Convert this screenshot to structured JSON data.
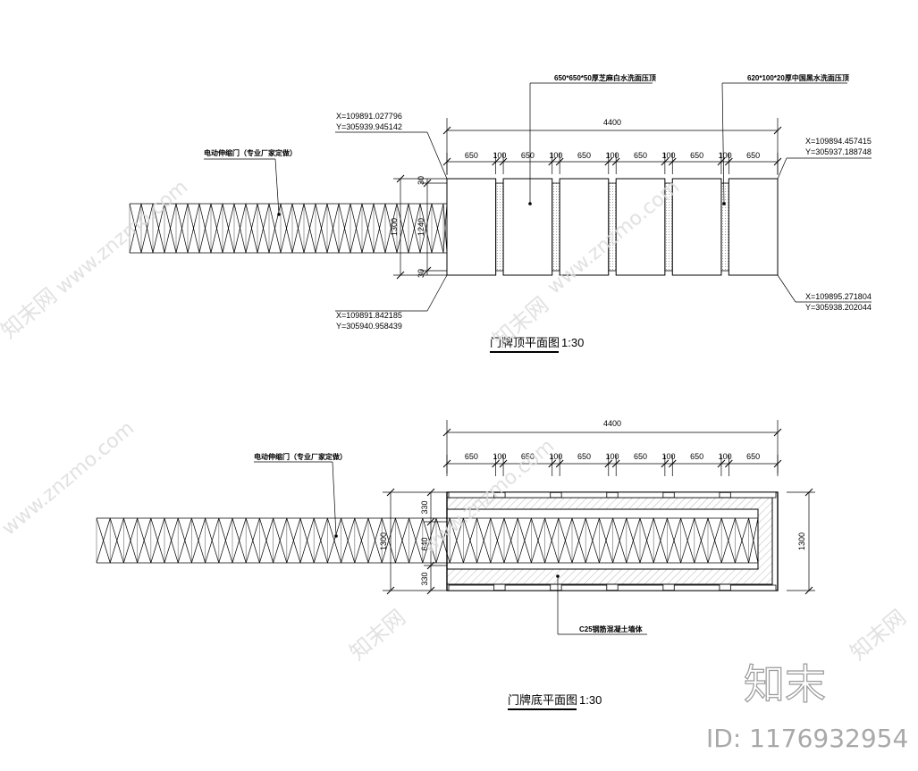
{
  "top_plan": {
    "title": "门牌顶平面图",
    "scale": "1:30",
    "overall_width": "4400",
    "segments": [
      "650",
      "100",
      "650",
      "100",
      "650",
      "100",
      "650",
      "100",
      "650",
      "100",
      "650"
    ],
    "left_dims": [
      "30",
      "1300",
      "1240",
      "30"
    ],
    "coord_top_left": {
      "x": "X=109891.027796",
      "y": "Y=305939.945142"
    },
    "coord_bottom_left": {
      "x": "X=109891.842185",
      "y": "Y=305940.958439"
    },
    "coord_top_right": {
      "x": "X=109894.457415",
      "y": "Y=305937.188748"
    },
    "coord_bottom_right": {
      "x": "X=109895.271804",
      "y": "Y=305938.202044"
    },
    "note_slab": "650*650*50厚芝麻白水洗面压顶",
    "note_strip": "620*100*20厚中国黑水洗面压顶",
    "note_gate": "电动伸缩门（专业厂家定做）"
  },
  "bottom_plan": {
    "title": "门牌底平面图",
    "scale": "1:30",
    "overall_width": "4400",
    "segments": [
      "650",
      "100",
      "650",
      "100",
      "650",
      "100",
      "650",
      "100",
      "650",
      "100",
      "650"
    ],
    "left_dims": [
      "1300",
      "330",
      "640",
      "330"
    ],
    "right_dim": "1300",
    "note_gate": "电动伸缩门（专业厂家定做）",
    "note_wall": "C25钢筋混凝土墙体"
  },
  "watermark": {
    "site": "www.znzmo.com",
    "brand_cn": "知末网",
    "logo": "知末",
    "id": "ID: 1176932954"
  }
}
